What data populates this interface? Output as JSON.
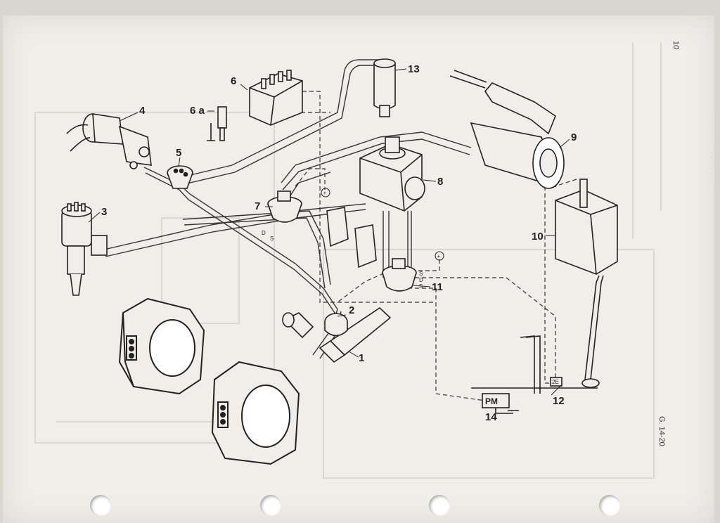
{
  "page": {
    "page_number": "10",
    "figure_ref": "G. 14-20"
  },
  "labels": {
    "c1": "1",
    "c2": "2",
    "c3": "3",
    "c4": "4",
    "c5": "5",
    "c6": "6",
    "c6a": "6 a",
    "c7": "7",
    "c8": "8",
    "c9": "9",
    "c10": "10",
    "c11": "11",
    "c12": "12",
    "c13": "13",
    "c14": "14"
  },
  "terminals": {
    "d7": "D",
    "s7": "S",
    "s11a": "S",
    "d11": "D",
    "s11b": "S",
    "plus_a": "+",
    "plus_b": "+",
    "switch_code": "2E"
  },
  "boxes": {
    "pm": "PM"
  },
  "colors": {
    "paper": "#f1eeea",
    "ink": "#222222",
    "ghost_print": "#c9c5c0"
  },
  "icons": [
    "punch-hole-icon"
  ]
}
